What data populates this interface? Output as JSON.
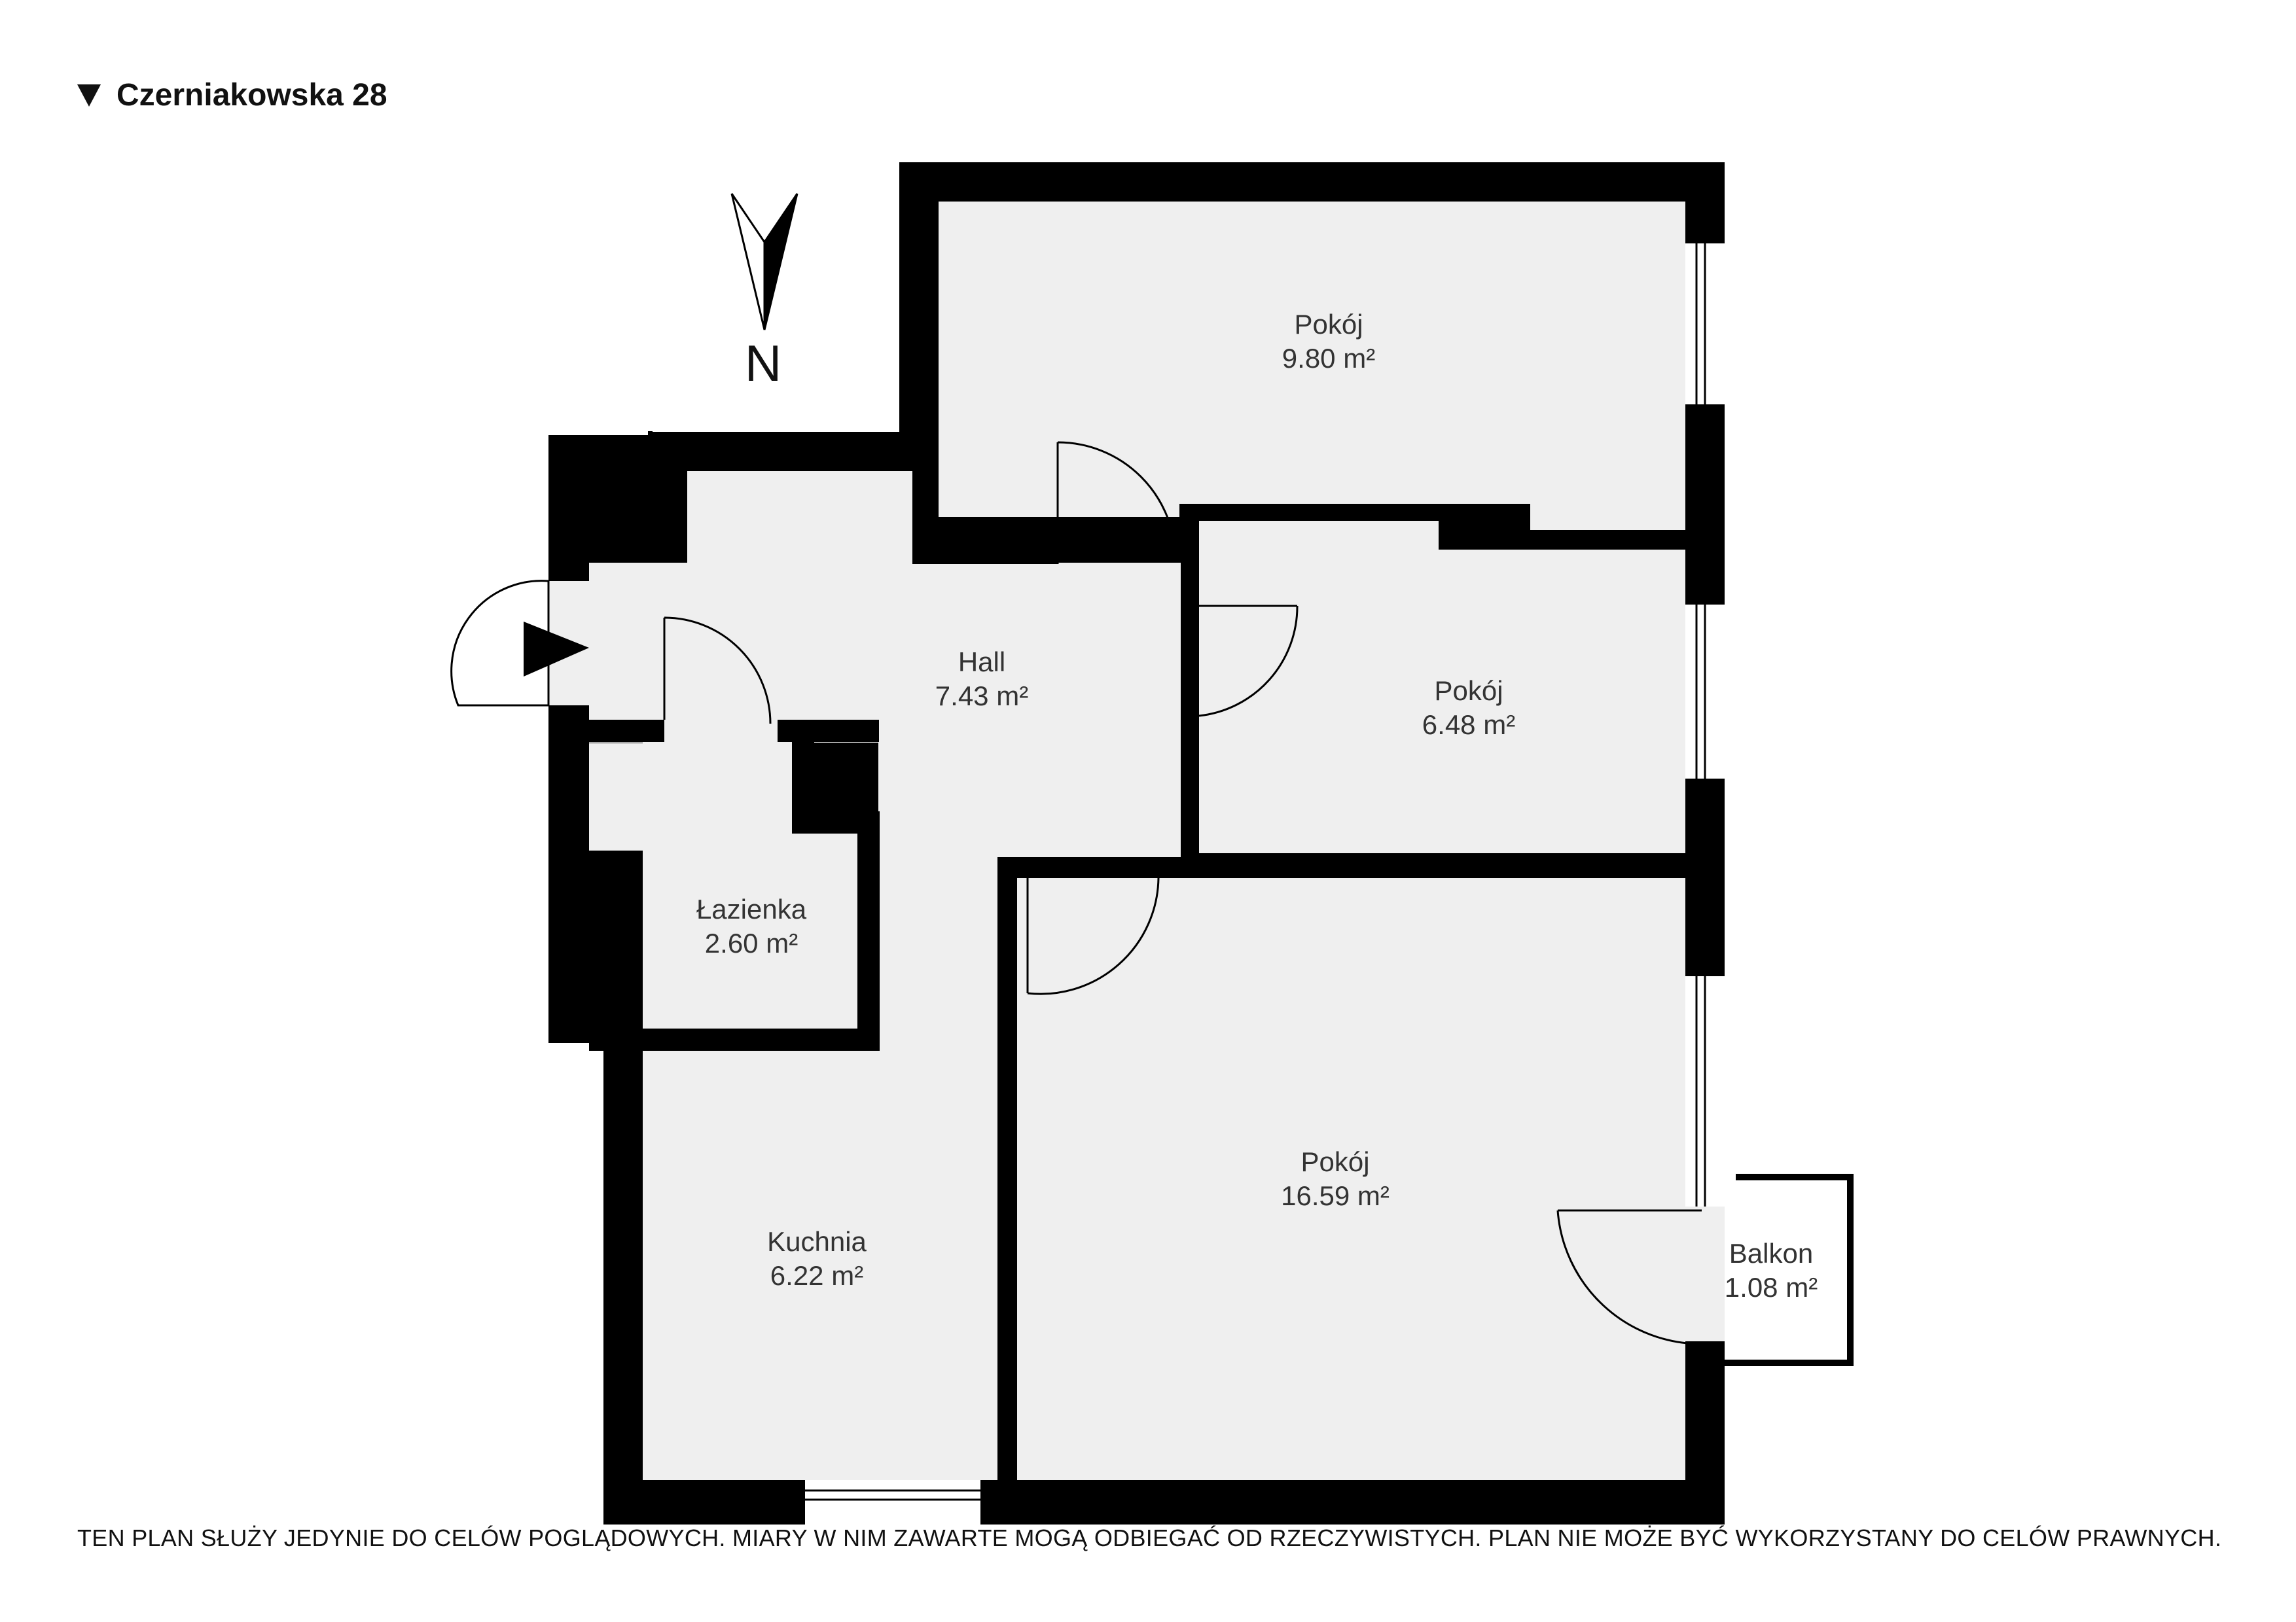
{
  "header": {
    "title": "Czerniakowska 28"
  },
  "compass": {
    "label": "N"
  },
  "rooms": {
    "pokoj_top": {
      "name": "Pokój",
      "area": "9.80 m²"
    },
    "hall": {
      "name": "Hall",
      "area": "7.43 m²"
    },
    "pokoj_mid": {
      "name": "Pokój",
      "area": "6.48 m²"
    },
    "lazienka": {
      "name": "Łazienka",
      "area": "2.60 m²"
    },
    "pokoj_bottom": {
      "name": "Pokój",
      "area": "16.59 m²"
    },
    "kuchnia": {
      "name": "Kuchnia",
      "area": "6.22 m²"
    },
    "balkon": {
      "name": "Balkon",
      "area": "1.08 m²"
    }
  },
  "disclaimer": "TEN PLAN SŁUŻY JEDYNIE DO CELÓW POGLĄDOWYCH. MIARY W NIM ZAWARTE MOGĄ ODBIEGAĆ OD RZECZYWISTYCH. PLAN NIE MOŻE BYĆ WYKORZYSTANY DO CELÓW PRAWNYCH.",
  "colors": {
    "wall": "#000000",
    "floor": "#efefef",
    "text": "#333333"
  }
}
